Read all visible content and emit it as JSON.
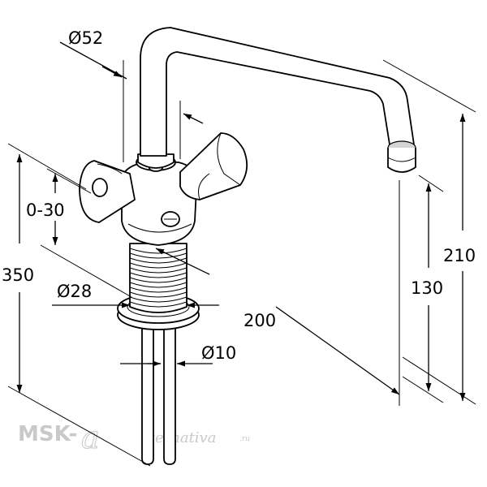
{
  "dimensions": {
    "spout_diameter": "Ø52",
    "lever_range": "0-30",
    "total_height": "350",
    "shank_diameter": "Ø28",
    "spout_reach": "200",
    "tube_diameter": "Ø10",
    "outlet_height": "130",
    "spout_height": "210"
  },
  "watermark": {
    "brand": "MSK-",
    "glyph": "a",
    "name": "lternativa",
    "tld": ".ru"
  },
  "icons": [
    "faucet-drawing",
    "dimension-arrow"
  ]
}
